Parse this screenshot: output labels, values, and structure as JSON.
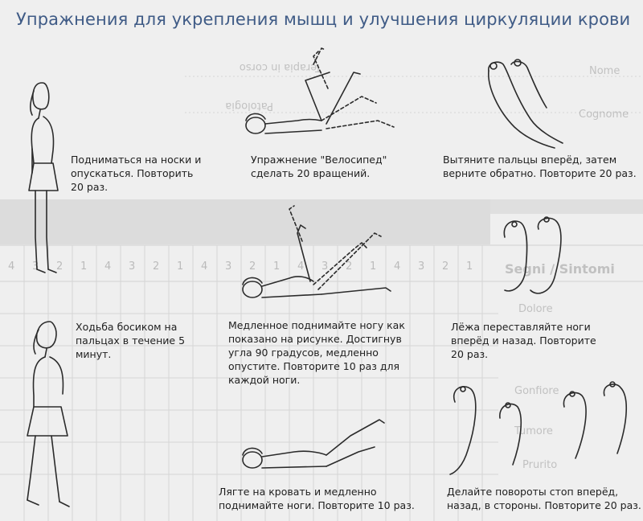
{
  "title": "Упражнения для укрепления мышц и улучшения циркуляции крови",
  "exercises": [
    {
      "id": "toes-rise",
      "text": "Подниматься на носки и опускаться. Повторить 20 раз."
    },
    {
      "id": "bicycle",
      "text": "Упражнение \"Велосипед\" сделать 20 вращений."
    },
    {
      "id": "toes-stretch",
      "text": "Вытяните пальцы вперёд, затем верните обратно. Повторите 20 раз."
    },
    {
      "id": "walk-tiptoe",
      "text": "Ходьба босиком на пальцах в течение 5 минут."
    },
    {
      "id": "leg-raise",
      "text": "Медленное поднимайте ногу как показано на рисунке. Достигнув угла 90 градусов, медленно опустите. Повторите 10 раз для каждой ноги."
    },
    {
      "id": "feet-alternate",
      "text": "Лёжа переставляйте ноги вперёд и назад. Повторите 20 раз."
    },
    {
      "id": "legs-bed",
      "text": "Лягте на кровать и медленно поднимайте ноги. Повторите 10 раз."
    },
    {
      "id": "feet-rotate",
      "text": "Делайте повороты стоп вперёд, назад, в стороны. Повторите 20 раз."
    }
  ],
  "background_text": {
    "nome": "Nome",
    "cognome": "Cognome",
    "terapia": "Terapia in corso",
    "patologia": "Patologia",
    "segni": "Segni / Sintomi",
    "dolore": "Dolore",
    "gonfiore": "Gonfiore",
    "tumore": "Tumore",
    "prurito": "Prurito",
    "week_numbers": [
      "4",
      "3",
      "2",
      "1",
      "4",
      "3",
      "2",
      "1",
      "4",
      "3",
      "2",
      "1",
      "4",
      "3",
      "2",
      "1",
      "4",
      "3",
      "2",
      "1"
    ]
  }
}
